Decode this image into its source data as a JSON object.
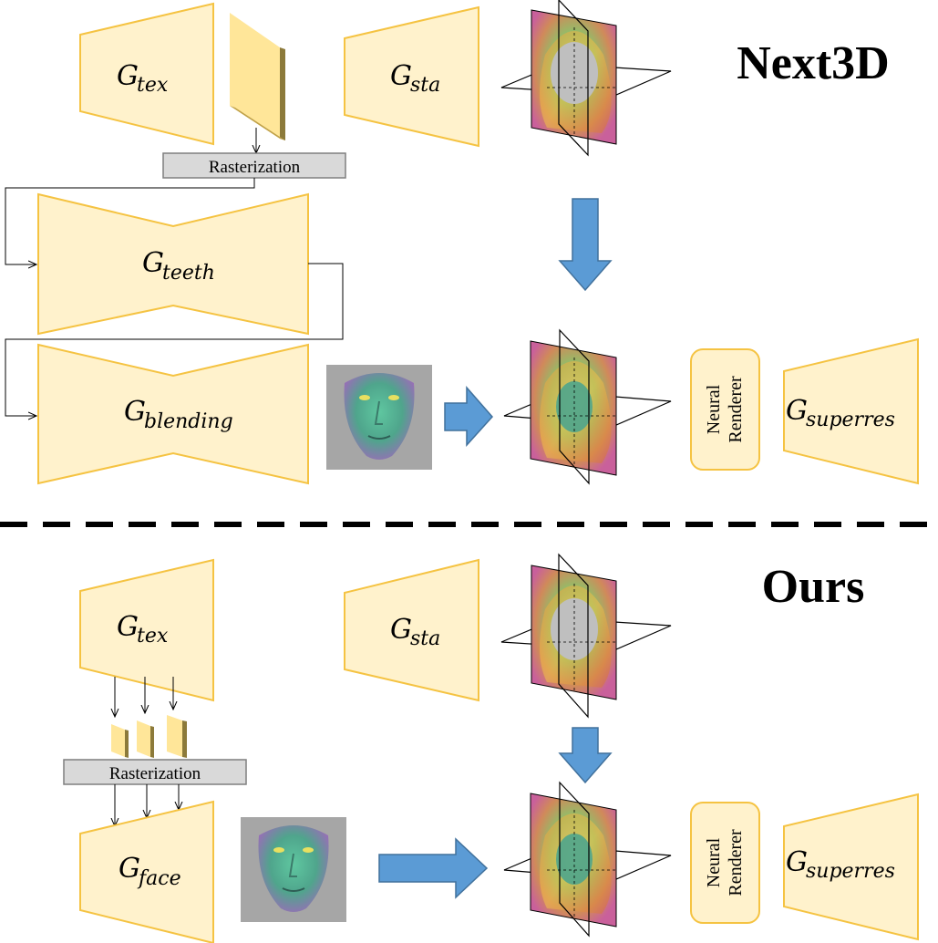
{
  "top": {
    "title": "Next3D",
    "g_tex": {
      "base": "G",
      "sub": "tex"
    },
    "g_sta": {
      "base": "G",
      "sub": "sta"
    },
    "rasterization": "Rasterization",
    "g_teeth": {
      "base": "G",
      "sub": "teeth"
    },
    "g_blending": {
      "base": "G",
      "sub": "blending"
    },
    "neural_renderer": [
      "Neural",
      "Renderer"
    ],
    "g_superres": {
      "base": "G",
      "sub": "superres"
    }
  },
  "bottom": {
    "title": "Ours",
    "g_tex": {
      "base": "G",
      "sub": "tex"
    },
    "g_sta": {
      "base": "G",
      "sub": "sta"
    },
    "rasterization": "Rasterization",
    "g_face": {
      "base": "G",
      "sub": "face"
    },
    "neural_renderer": [
      "Neural",
      "Renderer"
    ],
    "g_superres": {
      "base": "G",
      "sub": "superres"
    }
  },
  "colors": {
    "block_fill": "#FFF2CC",
    "block_stroke": "#F5C342",
    "raster_fill": "#D9D9D9",
    "arrow_fill": "#5B9BD5",
    "arrow_stroke": "#41719C",
    "plane_pink": "#C9609B",
    "plane_green": "#7FB85A",
    "face_bg": "#A6A6A6"
  },
  "icons": {
    "feature_map": "feature-map-icon",
    "triplane": "triplane-icon",
    "face_render": "face-render-icon",
    "flow_arrow": "flow-arrow-icon"
  }
}
